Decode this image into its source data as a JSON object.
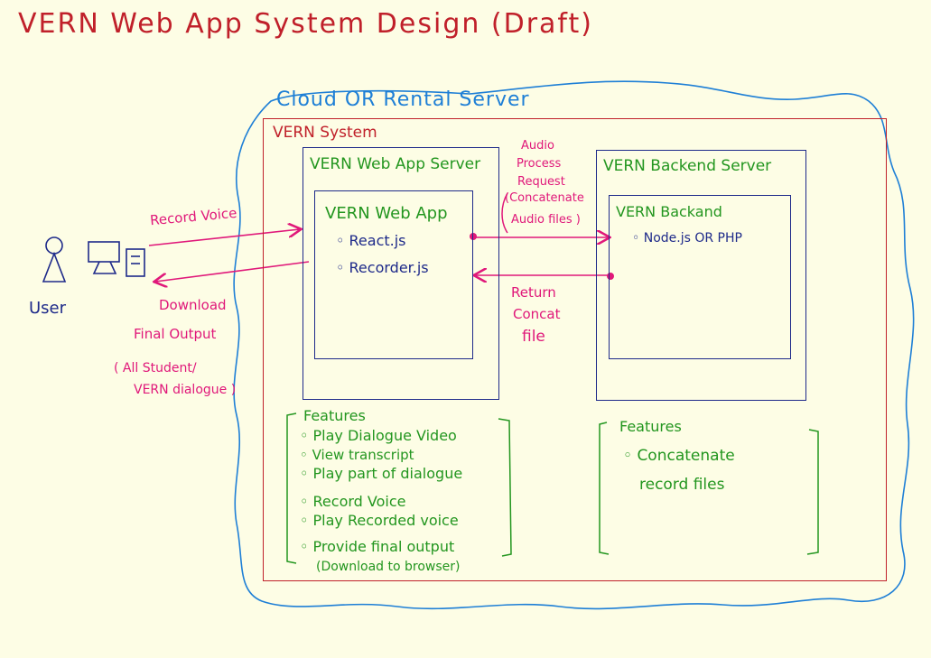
{
  "title": "VERN Web App System Design (Draft)",
  "cloud_label": "Cloud OR Rental Server",
  "system_label": "VERN System",
  "web_server": {
    "label": "VERN Web App Server",
    "app": {
      "label": "VERN Web App",
      "items": [
        "React.js",
        "Recorder.js"
      ]
    }
  },
  "backend_server": {
    "label": "VERN Backend Server",
    "backend": {
      "label": "VERN Backand",
      "items": [
        "Node.js OR PHP"
      ]
    }
  },
  "user": {
    "label": "User"
  },
  "flows": {
    "record": "Record Voice",
    "download_line1": "Download",
    "download_line2": "Final Output",
    "note_line1": "( All Student/",
    "note_line2": "VERN dialogue )",
    "request_lines": [
      "Audio",
      "Process",
      "Request",
      "(Concatenate",
      "Audio files )"
    ],
    "return_lines": [
      "Return",
      "Concat",
      "file"
    ]
  },
  "web_features": {
    "heading": "Features",
    "items": [
      "Play Dialogue Video",
      "View transcript",
      "Play part of dialogue",
      "Record Voice",
      "Play Recorded voice",
      "Provide final output"
    ],
    "note": "(Download to browser)"
  },
  "backend_features": {
    "heading": "Features",
    "items": [
      "Concatenate",
      "record files"
    ]
  },
  "colors": {
    "background": "#fdfde5",
    "title": "#c0202a",
    "cloud": "#1e7fd6",
    "system_border": "#c0202a",
    "server_border": "#1e2a8a",
    "server_text": "#23961f",
    "flow": "#e0187a",
    "user": "#1e2a8a"
  }
}
